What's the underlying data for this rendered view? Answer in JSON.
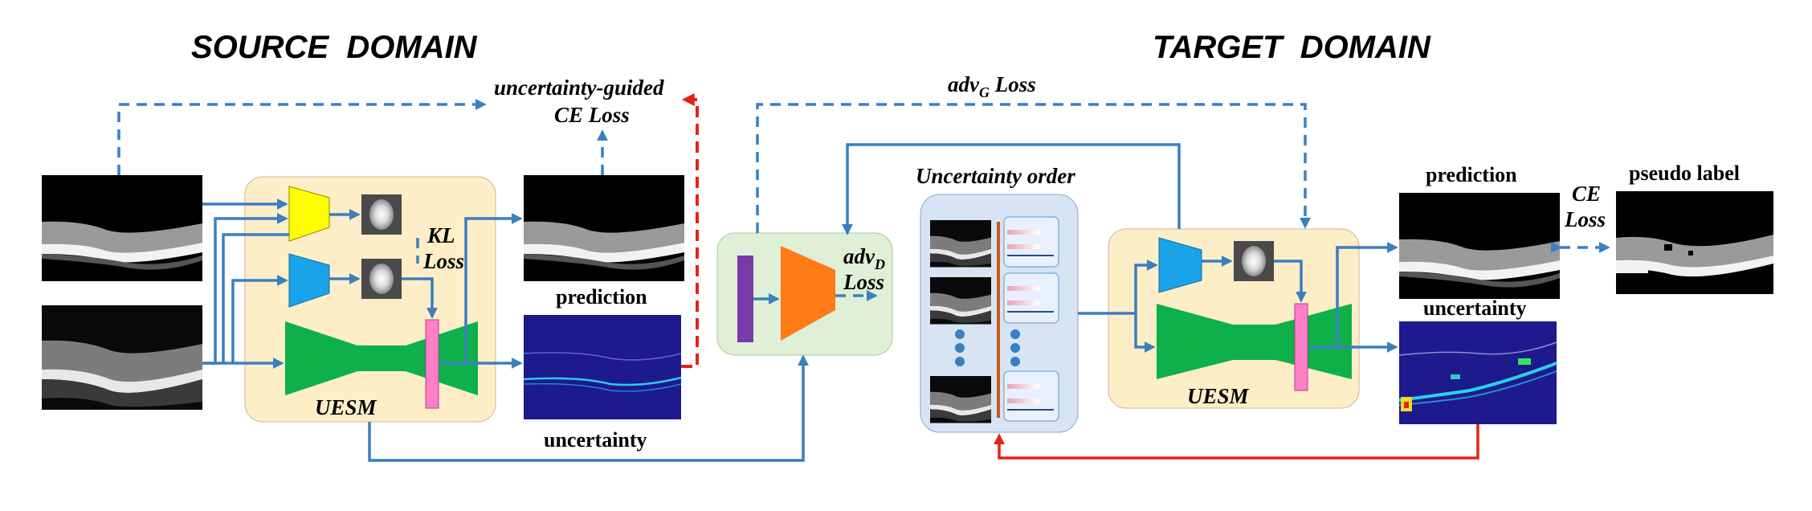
{
  "headings": {
    "source": "SOURCE  DOMAIN",
    "target": "TARGET  DOMAIN"
  },
  "labels": {
    "ug_ce_line1": "uncertainty-guided",
    "ug_ce_line2": "CE Loss",
    "kl_line1": "KL",
    "kl_line2": "Loss",
    "src_prediction": "prediction",
    "src_uncertainty": "uncertainty",
    "src_uesm": "UESM",
    "advg_main": "adv",
    "advg_sub": "G",
    "advg_rest": " Loss",
    "advd_main": "adv",
    "advd_sub": "D",
    "advd_rest": "Loss",
    "uncertainty_order": "Uncertainty order",
    "tgt_uesm": "UESM",
    "tgt_prediction": "prediction",
    "tgt_uncertainty": "uncertainty",
    "ce_line1": "CE",
    "ce_line2": "Loss",
    "pseudo_label": "pseudo label"
  },
  "colors": {
    "arrow_blue": "#3a7fc0",
    "arrow_red": "#e8201a",
    "uesm_panel": "#fdeec8",
    "discriminator_panel": "#dff0d6",
    "order_panel": "#d6e4f4",
    "encoder_yellow": "#ffff00",
    "encoder_blue": "#1aa3e8",
    "decoder_green": "#0eb04a",
    "feature_pink": "#ff7fc8",
    "disc_orange": "#ff7b17",
    "disc_purple": "#7a3aa8"
  },
  "icons": [
    "gaussian-distribution-icon",
    "oct-scan-image",
    "segmentation-map-image",
    "uncertainty-map-image"
  ]
}
